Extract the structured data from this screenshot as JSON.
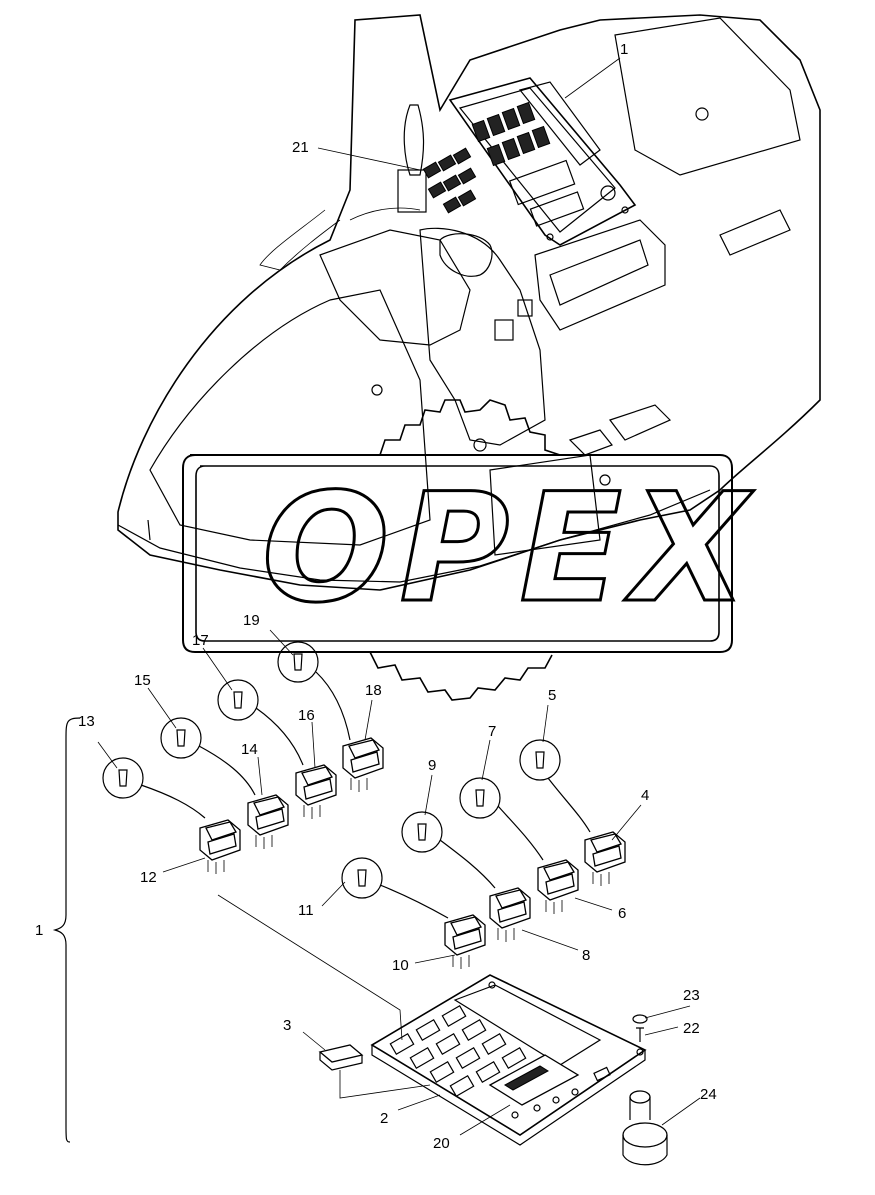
{
  "watermark": {
    "text": "OPEX"
  },
  "callouts": [
    {
      "id": "c1",
      "text": "1"
    },
    {
      "id": "c21",
      "text": "21"
    },
    {
      "id": "c19",
      "text": "19"
    },
    {
      "id": "c17",
      "text": "17"
    },
    {
      "id": "c15",
      "text": "15"
    },
    {
      "id": "c18",
      "text": "18"
    },
    {
      "id": "c16",
      "text": "16"
    },
    {
      "id": "c13",
      "text": "13"
    },
    {
      "id": "c14",
      "text": "14"
    },
    {
      "id": "c5",
      "text": "5"
    },
    {
      "id": "c7",
      "text": "7"
    },
    {
      "id": "c9",
      "text": "9"
    },
    {
      "id": "c4",
      "text": "4"
    },
    {
      "id": "c12",
      "text": "12"
    },
    {
      "id": "c11",
      "text": "11"
    },
    {
      "id": "c6",
      "text": "6"
    },
    {
      "id": "c8",
      "text": "8"
    },
    {
      "id": "c10",
      "text": "10"
    },
    {
      "id": "c1b",
      "text": "1"
    },
    {
      "id": "c23",
      "text": "23"
    },
    {
      "id": "c22",
      "text": "22"
    },
    {
      "id": "c3",
      "text": "3"
    },
    {
      "id": "c24",
      "text": "24"
    },
    {
      "id": "c2",
      "text": "2"
    },
    {
      "id": "c20",
      "text": "20"
    }
  ]
}
